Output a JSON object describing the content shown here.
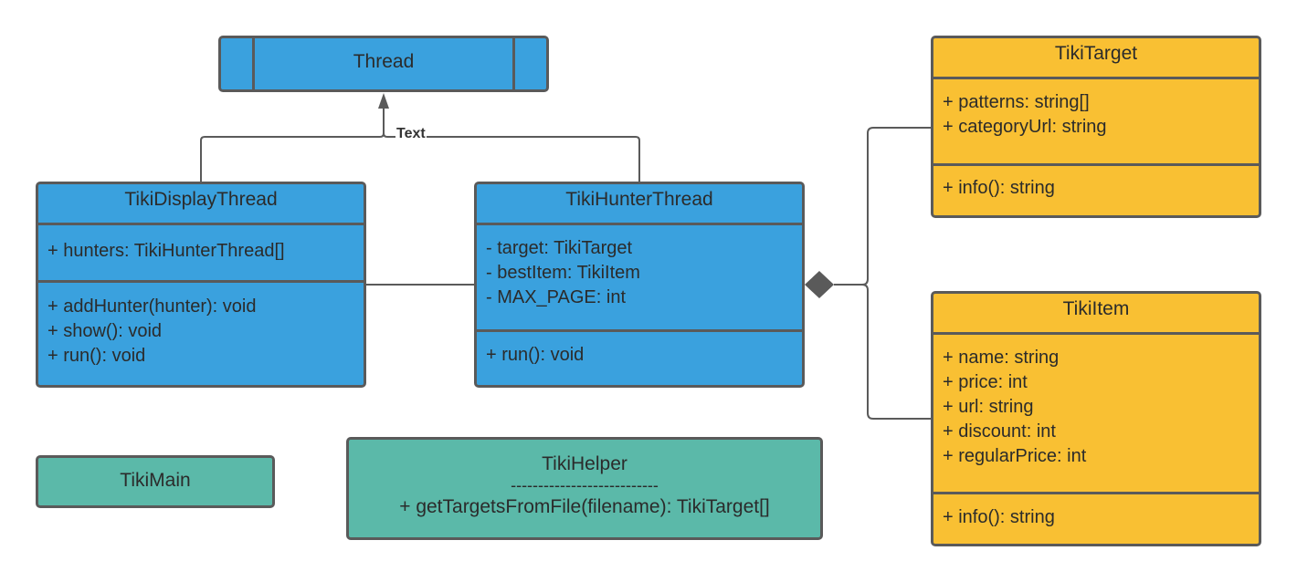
{
  "colors": {
    "blue": "#3aa1de",
    "yellow": "#f9c033",
    "green": "#5bb9a9",
    "border": "#5a5a5a"
  },
  "thread": {
    "name": "Thread"
  },
  "edge_label": "Text",
  "display_thread": {
    "name": "TikiDisplayThread",
    "attributes": [
      "+ hunters: TikiHunterThread[]"
    ],
    "methods": [
      "+ addHunter(hunter): void",
      "+ show(): void",
      "+ run(): void"
    ]
  },
  "hunter_thread": {
    "name": "TikiHunterThread",
    "attributes": [
      "- target: TikiTarget",
      "- bestItem: TikiItem",
      "- MAX_PAGE: int"
    ],
    "methods": [
      "+ run(): void"
    ]
  },
  "tiki_target": {
    "name": "TikiTarget",
    "attributes": [
      "+ patterns: string[]",
      "+ categoryUrl: string"
    ],
    "methods": [
      "+ info(): string"
    ]
  },
  "tiki_item": {
    "name": "TikiItem",
    "attributes": [
      "+ name: string",
      "+ price: int",
      "+ url: string",
      "+ discount: int",
      "+ regularPrice: int"
    ],
    "methods": [
      "+ info(): string"
    ]
  },
  "tiki_main": {
    "name": "TikiMain"
  },
  "tiki_helper": {
    "name": "TikiHelper",
    "separator": "---------------------------",
    "method": "+ getTargetsFromFile(filename): TikiTarget[]"
  }
}
